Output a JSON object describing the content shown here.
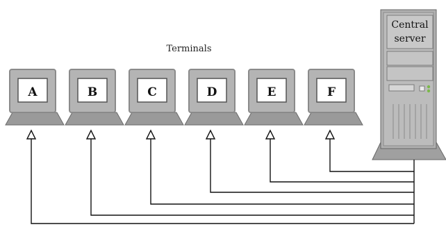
{
  "title": "Terminals",
  "server": {
    "line1": "Central",
    "line2": "server"
  },
  "terminals": [
    {
      "label": "A"
    },
    {
      "label": "B"
    },
    {
      "label": "C"
    },
    {
      "label": "D"
    },
    {
      "label": "E"
    },
    {
      "label": "F"
    }
  ],
  "colors": {
    "monitor_bezel": "#8a8a8a",
    "monitor_face": "#b4b4b4",
    "screen": "#ffffff",
    "base": "#9a9a9a",
    "server_body": "#a8a8a8",
    "server_dark": "#6e6e6e",
    "line": "#111111",
    "led_green": "#7bb84a"
  }
}
